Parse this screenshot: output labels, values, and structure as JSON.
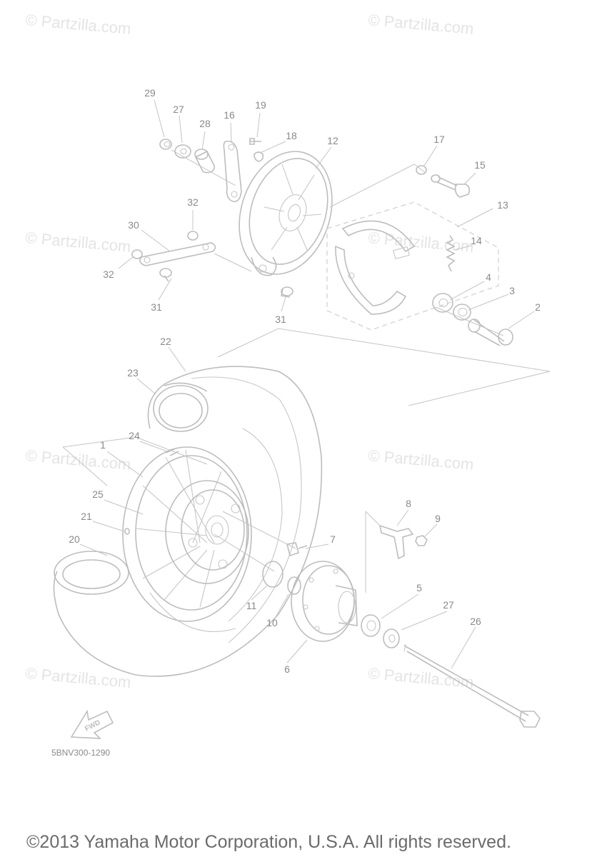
{
  "watermark": "© Partzilla.com",
  "reference_code": "5BNV300-1290",
  "fwd_label": "FWD",
  "copyright": "©2013 Yamaha Motor Corporation, U.S.A. All rights reserved.",
  "callouts": [
    {
      "n": "29"
    },
    {
      "n": "27"
    },
    {
      "n": "28"
    },
    {
      "n": "16"
    },
    {
      "n": "19"
    },
    {
      "n": "18"
    },
    {
      "n": "12"
    },
    {
      "n": "17"
    },
    {
      "n": "15"
    },
    {
      "n": "13"
    },
    {
      "n": "14"
    },
    {
      "n": "4"
    },
    {
      "n": "3"
    },
    {
      "n": "2"
    },
    {
      "n": "32"
    },
    {
      "n": "30"
    },
    {
      "n": "32"
    },
    {
      "n": "31"
    },
    {
      "n": "31"
    },
    {
      "n": "22"
    },
    {
      "n": "23"
    },
    {
      "n": "24"
    },
    {
      "n": "1"
    },
    {
      "n": "25"
    },
    {
      "n": "21"
    },
    {
      "n": "20"
    },
    {
      "n": "8"
    },
    {
      "n": "9"
    },
    {
      "n": "7"
    },
    {
      "n": "5"
    },
    {
      "n": "27"
    },
    {
      "n": "26"
    },
    {
      "n": "11"
    },
    {
      "n": "10"
    },
    {
      "n": "6"
    }
  ]
}
